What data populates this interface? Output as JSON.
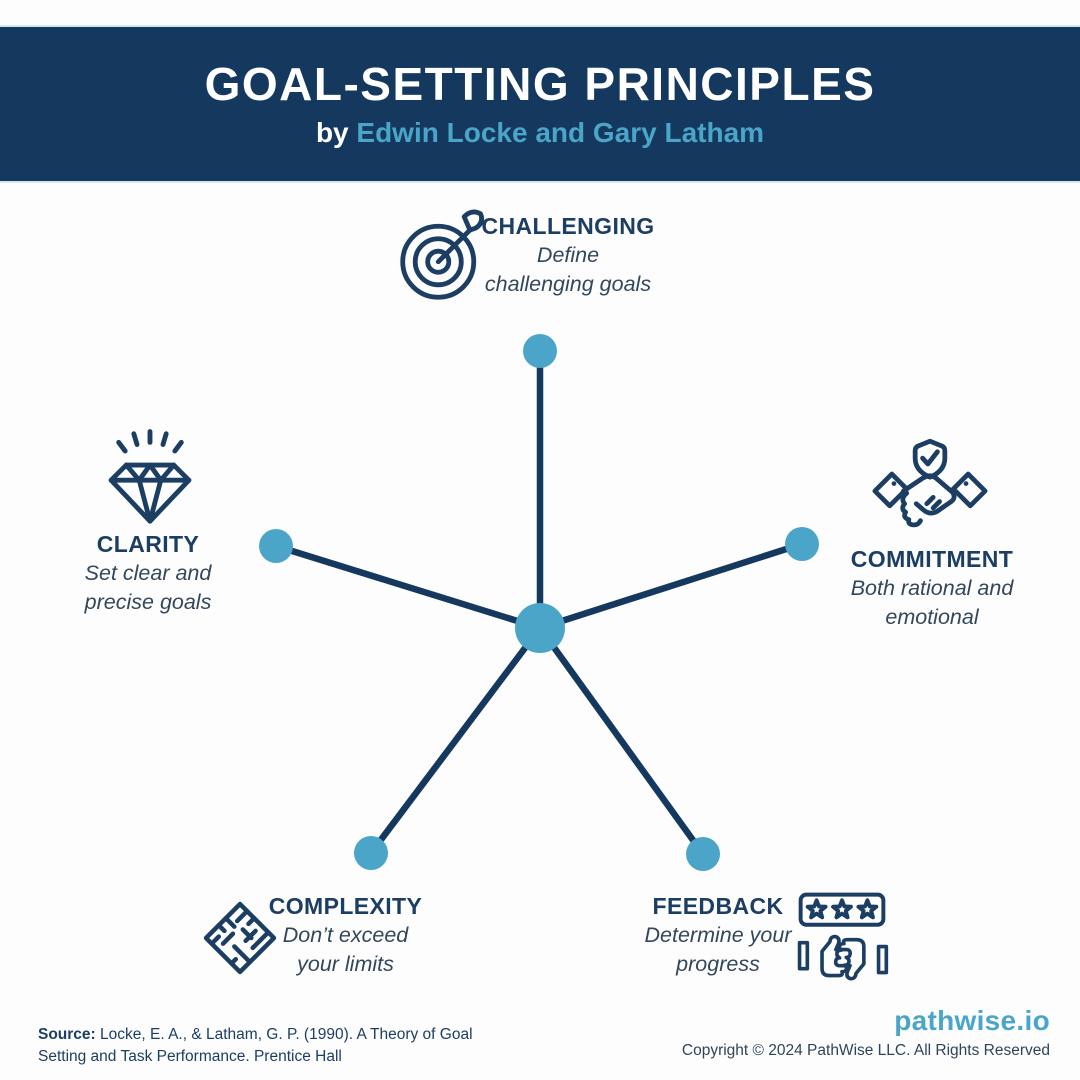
{
  "header": {
    "title": "GOAL-SETTING PRINCIPLES",
    "by_prefix": "by ",
    "authors": "Edwin Locke and Gary Latham"
  },
  "principles": [
    {
      "id": "challenging",
      "icon": "target-arrow-icon",
      "label": "CHALLENGING",
      "desc_line1": "Define",
      "desc_line2": "challenging goals"
    },
    {
      "id": "clarity",
      "icon": "diamond-icon",
      "label": "CLARITY",
      "desc_line1": "Set clear and",
      "desc_line2": "precise goals"
    },
    {
      "id": "commitment",
      "icon": "handshake-shield-icon",
      "label": "COMMITMENT",
      "desc_line1": "Both rational and",
      "desc_line2": "emotional"
    },
    {
      "id": "complexity",
      "icon": "maze-icon",
      "label": "COMPLEXITY",
      "desc_line1": "Don’t exceed",
      "desc_line2": "your limits"
    },
    {
      "id": "feedback",
      "icon": "rating-thumbs-icon",
      "label": "FEEDBACK",
      "desc_line1": "Determine your",
      "desc_line2": "progress"
    }
  ],
  "footer": {
    "source_label": "Source:",
    "source_text": " Locke, E. A., & Latham, G. P. (1990). A Theory of Goal Setting and Task Performance. Prentice Hall",
    "brand": "pathwise.io",
    "copyright": "Copyright © 2024 PathWise LLC. All Rights Reserved"
  },
  "colors": {
    "navy": "#15395E",
    "accent_blue": "#4AA5C9",
    "icon_stroke": "#1C3E63",
    "desc_text": "#32475B",
    "background": "#FDFDFE"
  }
}
